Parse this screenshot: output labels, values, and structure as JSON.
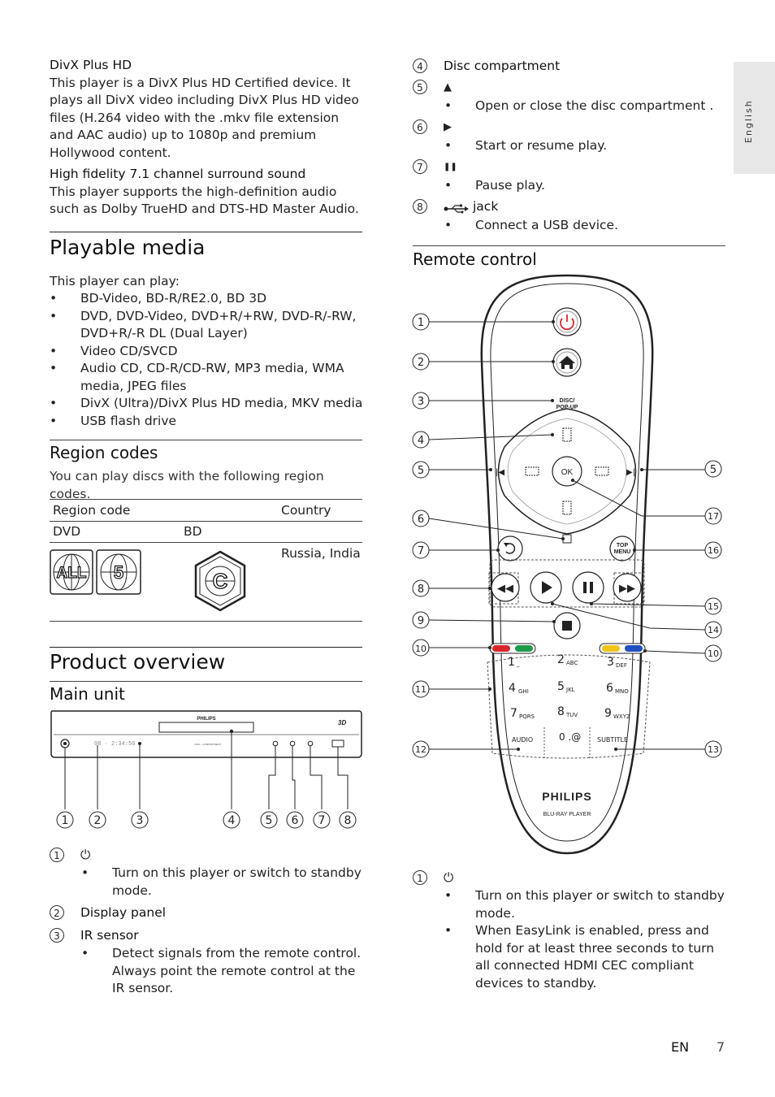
{
  "side_tab": "English",
  "left": {
    "divx_title": "DivX Plus HD",
    "divx_body": "This player is a DivX Plus HD Certified device. It plays all DivX video including DivX Plus HD video files (H.264 video with the .mkv file extension and AAC audio) up to 1080p and premium Hollywood content.",
    "hifi_title": "High fidelity 7.1 channel surround sound",
    "hifi_body": "This player supports the high-definition audio such as Dolby TrueHD and DTS-HD Master Audio.",
    "playable_title": "Playable media",
    "playable_intro": "This player can play:",
    "playable_items": [
      "BD-Video, BD-R/RE2.0, BD 3D",
      "DVD, DVD-Video, DVD+R/+RW, DVD-R/-RW, DVD+R/-R DL (Dual Layer)",
      "Video CD/SVCD",
      "Audio CD, CD-R/CD-RW, MP3 media, WMA media, JPEG files",
      "DivX (Ultra)/DivX Plus HD media, MKV media",
      "USB flash drive"
    ],
    "region_title": "Region codes",
    "region_intro": "You can play discs with the following region codes.",
    "region_table": {
      "header": [
        "Region code",
        "Country"
      ],
      "row1": [
        "DVD",
        "BD"
      ],
      "row2_country": "Russia, India",
      "dvd_logos": [
        "ALL",
        "5"
      ],
      "bd_logo": "C"
    },
    "overview_title": "Product overview",
    "main_unit_title": "Main unit",
    "unit_brand": "PHILIPS",
    "unit_3d": "3D",
    "unit_callouts": [
      "1",
      "2",
      "3",
      "4",
      "5",
      "6",
      "7",
      "8"
    ],
    "main_unit_items": [
      {
        "num": "1",
        "label": "⏻",
        "bullets": [
          "Turn on this player or switch to standby mode."
        ]
      },
      {
        "num": "2",
        "label": "Display panel",
        "bullets": []
      },
      {
        "num": "3",
        "label": "IR sensor",
        "bullets": [
          "Detect signals from the remote control. Always point the remote control at the IR sensor."
        ]
      }
    ]
  },
  "right": {
    "items": [
      {
        "num": "4",
        "label": "Disc compartment",
        "bullet": ""
      },
      {
        "num": "5",
        "label": "▲",
        "bullet": "Open or close the disc compartment ."
      },
      {
        "num": "6",
        "label": "▶",
        "bullet": "Start or resume play."
      },
      {
        "num": "7",
        "label": "❚❚",
        "bullet": "Pause play."
      },
      {
        "num": "8",
        "label": "jack",
        "bullet": "Connect a USB device."
      }
    ],
    "remote_title": "Remote control",
    "remote": {
      "brand": "PHILIPS",
      "sub": "BLU-RAY PLAYER",
      "disc_popup": [
        "DISC/",
        "POP-UP"
      ],
      "top_menu": [
        "TOP",
        "MENU"
      ],
      "ok": "OK",
      "keys": [
        {
          "num": "1",
          "sub": "_"
        },
        {
          "num": "2",
          "sub": "ABC"
        },
        {
          "num": "3",
          "sub": "DEF"
        },
        {
          "num": "4",
          "sub": "GHI"
        },
        {
          "num": "5",
          "sub": "JKL"
        },
        {
          "num": "6",
          "sub": "MNO"
        },
        {
          "num": "7",
          "sub": "PQRS"
        },
        {
          "num": "8",
          "sub": "TUV"
        },
        {
          "num": "9",
          "sub": "WXYZ"
        }
      ],
      "audio": "AUDIO",
      "zero": "0 .@",
      "subtitle": "SUBTITLE",
      "left_callouts": [
        "1",
        "2",
        "3",
        "4",
        "5",
        "6",
        "7",
        "8",
        "9",
        "10",
        "11",
        "12"
      ],
      "right_callouts": [
        "5",
        "17",
        "16",
        "15",
        "14",
        "10",
        "13"
      ]
    },
    "power_item": {
      "num": "1",
      "label": "⏻",
      "bullets": [
        "Turn on this player or switch to standby mode.",
        "When EasyLink is enabled, press and hold for at least three seconds to turn all connected HDMI CEC compliant devices to standby."
      ]
    }
  },
  "footer": {
    "lang": "EN",
    "page": "7"
  }
}
